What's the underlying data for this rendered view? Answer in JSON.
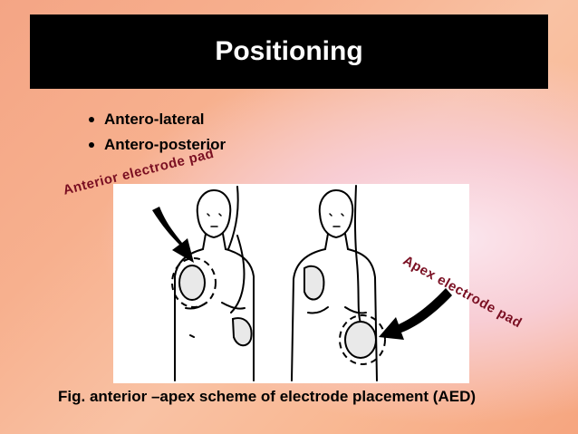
{
  "slide": {
    "title": "Positioning",
    "bullets": [
      "Antero-lateral",
      "Antero-posterior"
    ],
    "caption": "Fig. anterior –apex scheme of electrode placement (AED)",
    "labels": {
      "anterior": "Anterior electrode pad",
      "apex": "Apex electrode pad"
    }
  },
  "colors": {
    "title_bg": "#000000",
    "title_text": "#ffffff",
    "label_text": "#7a0f22"
  },
  "figure": {
    "description_icons": [
      "torso-figure-left",
      "torso-figure-right",
      "arrow-icon"
    ]
  }
}
